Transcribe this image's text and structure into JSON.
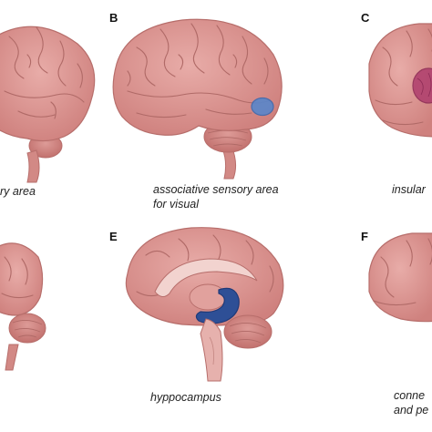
{
  "figure": {
    "panels": [
      {
        "id": "A",
        "letter": "",
        "caption": [
          "ry area"
        ],
        "region": "",
        "view": "lateral"
      },
      {
        "id": "B",
        "letter": "B",
        "caption": [
          "associative sensory area",
          "for visual"
        ],
        "region": "associative-visual",
        "view": "lateral"
      },
      {
        "id": "C",
        "letter": "C",
        "caption": [
          "insular"
        ],
        "region": "insula",
        "view": "lateral"
      },
      {
        "id": "D",
        "letter": "",
        "caption": [],
        "region": "",
        "view": "lateral"
      },
      {
        "id": "E",
        "letter": "E",
        "caption": [
          "hyppocampus"
        ],
        "region": "hippocampus",
        "view": "medial"
      },
      {
        "id": "F",
        "letter": "F",
        "caption": [
          "conne",
          "and pe"
        ],
        "region": "",
        "view": "lateral"
      }
    ],
    "colors": {
      "brain_fill": "#d98f8c",
      "brain_fill_light": "#e6a8a4",
      "brain_stroke": "#b76e6b",
      "sulcus": "#b06a67",
      "visual_area": "#5b86c9",
      "insula": "#b0406e",
      "hippocampus": "#2e4f96"
    }
  }
}
